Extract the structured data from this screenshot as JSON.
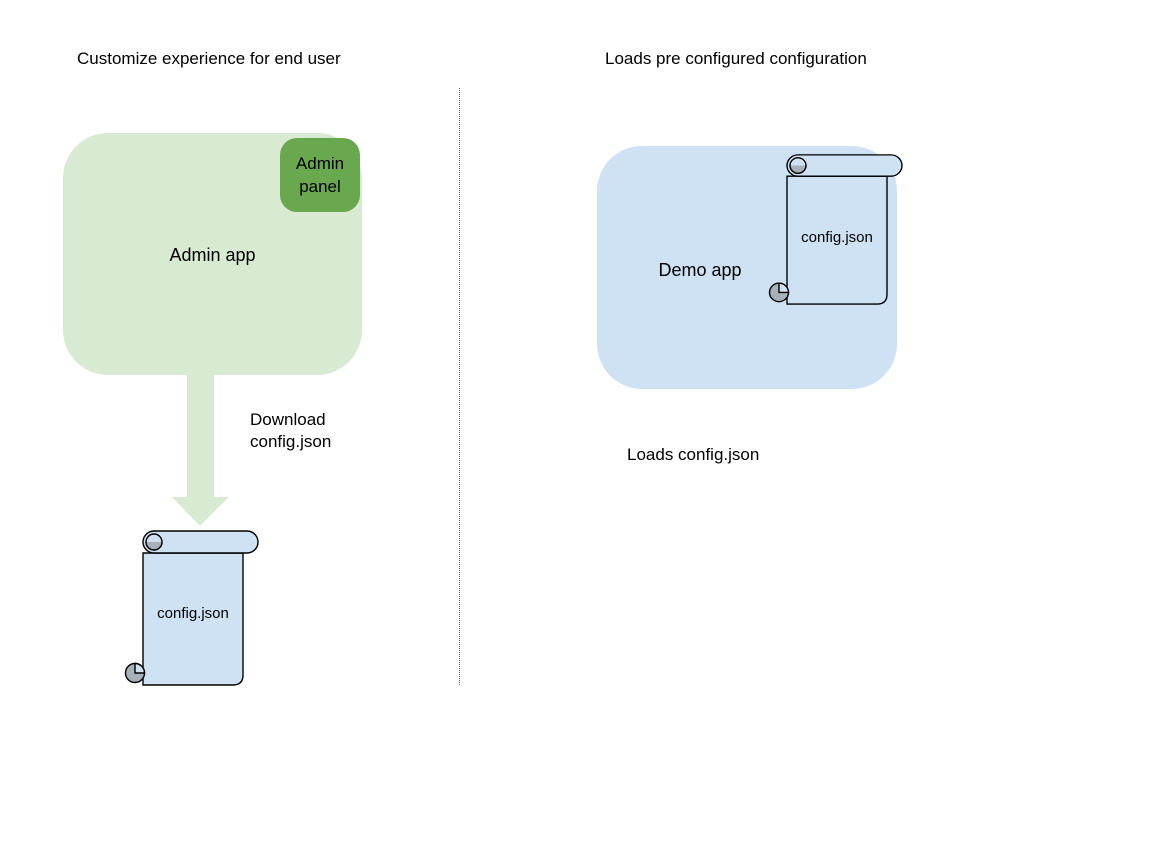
{
  "diagram": {
    "left_section": {
      "heading": "Customize experience for end user",
      "admin_app_label": "Admin app",
      "admin_panel_label": "Admin panel",
      "arrow_label": "Download config.json",
      "config_file_label": "config.json"
    },
    "right_section": {
      "heading": "Loads pre configured configuration",
      "demo_app_label": "Demo app",
      "config_file_label": "config.json",
      "caption": "Loads config.json"
    },
    "colors": {
      "admin_app_fill": "#d9ead3",
      "admin_panel_fill": "#6aa84f",
      "demo_app_fill": "#cfe2f3",
      "scroll_fill": "#cfe2f3",
      "scroll_curl_gray": "#a8b1ba",
      "arrow_fill": "#d9ead3",
      "divider_color": "#6b6b6b",
      "text_color": "#000000",
      "background": "#ffffff"
    }
  }
}
